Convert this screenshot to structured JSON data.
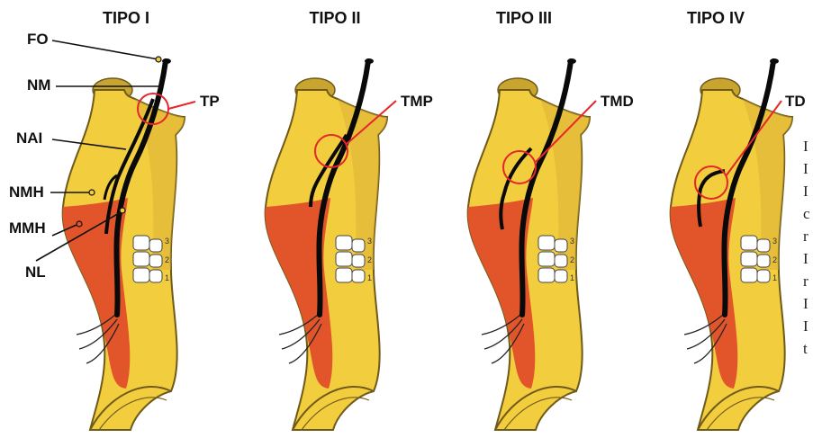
{
  "panels": [
    {
      "title": "TIPO I",
      "callout": "TP"
    },
    {
      "title": "TIPO II",
      "callout": "TMP"
    },
    {
      "title": "TIPO III",
      "callout": "TMD"
    },
    {
      "title": "TIPO IV",
      "callout": "TD"
    }
  ],
  "labels": {
    "fo": "FO",
    "nm": "NM",
    "nai": "NAI",
    "nmh": "NMH",
    "mmh": "MMH",
    "nl": "NL"
  },
  "tooth_numbers": [
    "3",
    "2",
    "1"
  ],
  "right_edge_letters": [
    "I",
    "I",
    "I",
    "c",
    "r",
    "I",
    "r",
    "I",
    "I",
    "t"
  ],
  "colors": {
    "bone": "#f2cd3e",
    "bone_edge": "#6e5a1a",
    "bone_shade": "#d9b035",
    "condyle": "#c9a52f",
    "muscle": "#e2552a",
    "nerve": "#0a0a0a",
    "highlight": "#e5262a"
  },
  "icons": [
    "teeth-icon",
    "mandible-illustration"
  ]
}
